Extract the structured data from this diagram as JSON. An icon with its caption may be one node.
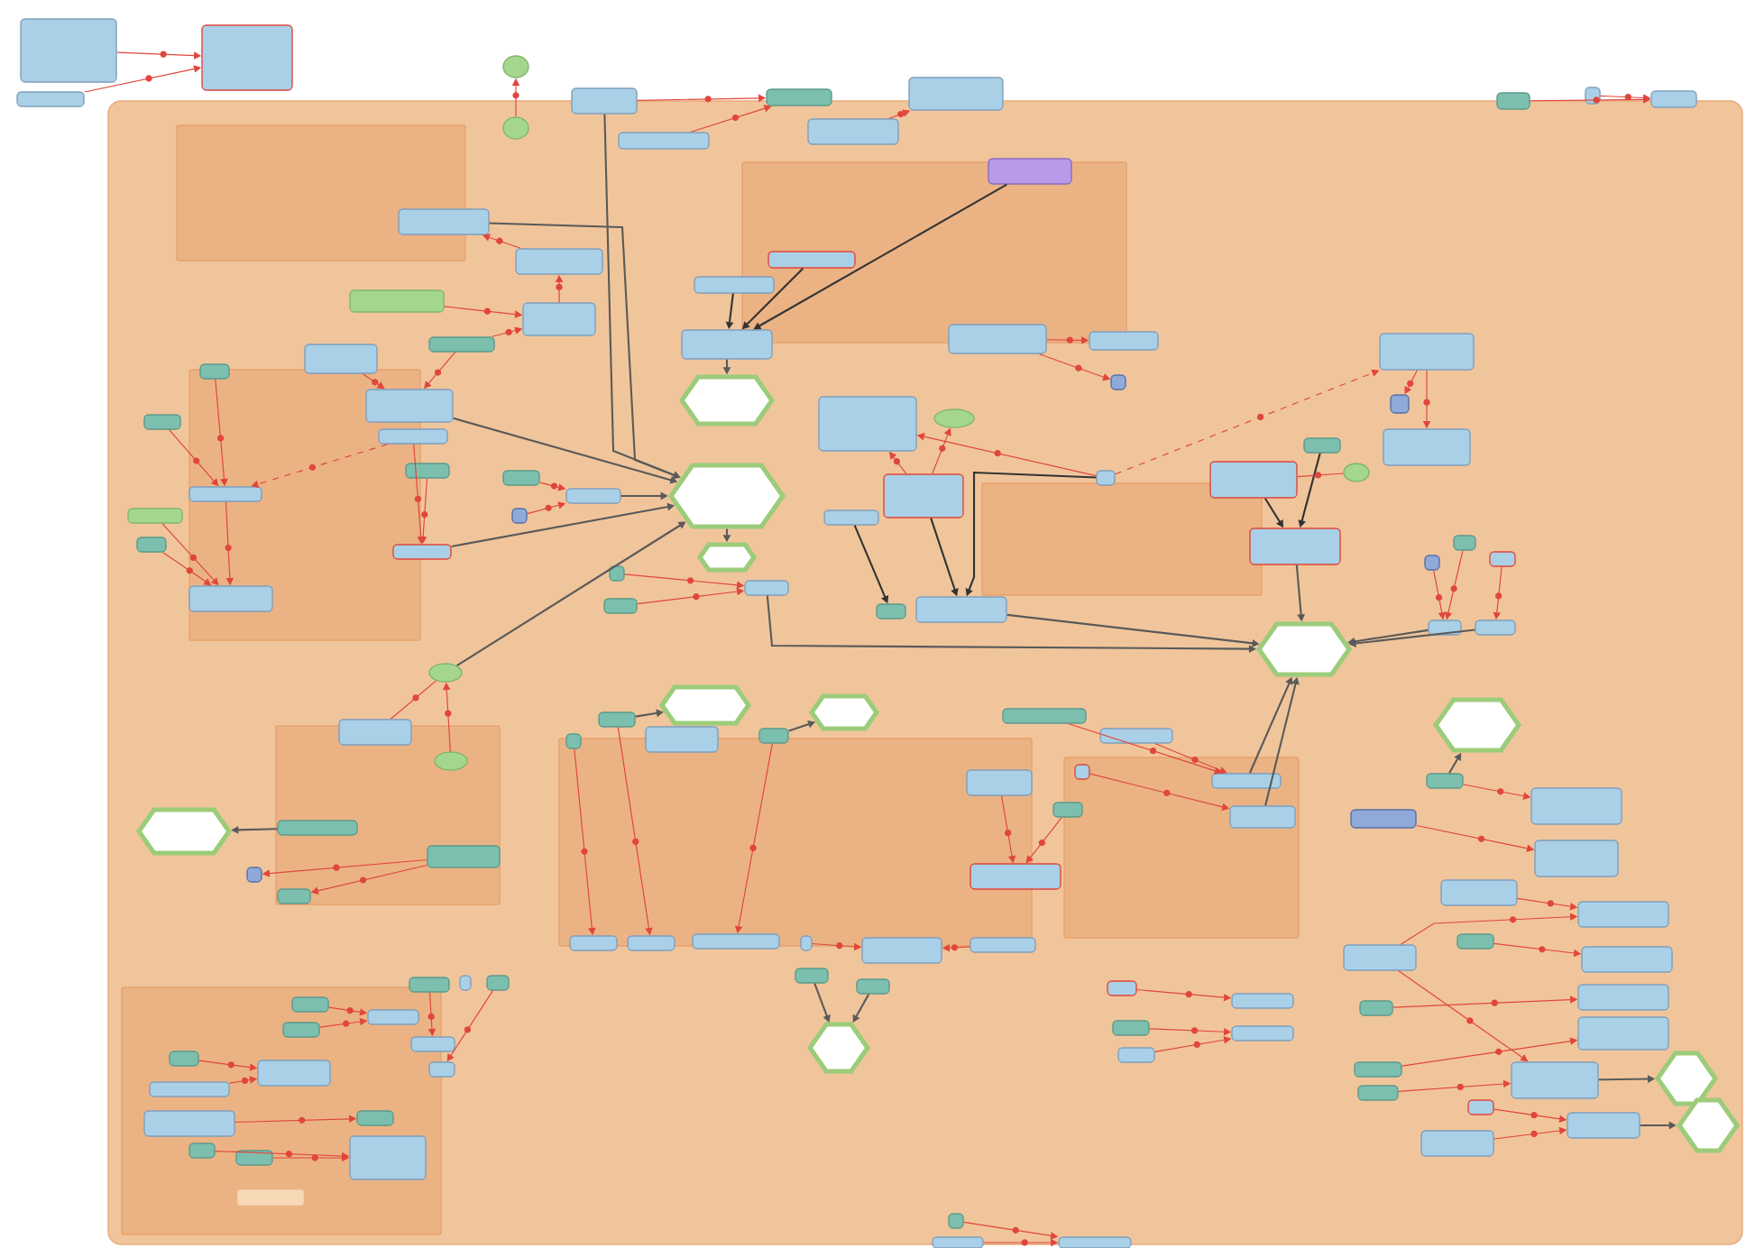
{
  "diagram": {
    "nodes": [
      {
        "text": [],
        "shape": "box"
      },
      {
        "text": [],
        "shape": "box",
        "in": 0
      },
      {
        "text": [],
        "shape": "box",
        "in": 0
      },
      {
        "text": [],
        "shape": "box",
        "in": 0
      },
      {
        "text": [],
        "shape": "box",
        "in": 0
      },
      {
        "text": [],
        "shape": "box",
        "in": 0
      },
      {
        "text": [],
        "shape": "box",
        "in": 0
      },
      {
        "text": [],
        "shape": "box",
        "in": 0
      },
      {
        "text": [],
        "shape": "box",
        "in": 0
      },
      {
        "text": [],
        "shape": "box"
      },
      {
        "text": [],
        "shape": "box"
      },
      {
        "text": [],
        "shape": "box"
      },
      {
        "text": [],
        "shape": "ellipse"
      },
      {
        "text": [],
        "shape": "ellipse",
        "in": 0
      },
      {
        "text": [],
        "shape": "box"
      },
      {
        "text": [],
        "shape": "box"
      },
      {
        "text": [],
        "shape": "box"
      },
      {
        "text": [],
        "shape": "box"
      },
      {
        "text": [],
        "shape": "box"
      },
      {
        "text": [],
        "shape": "box"
      },
      {
        "text": [],
        "shape": "box",
        "in": 0
      },
      {
        "text": [],
        "shape": "box",
        "in": 0
      },
      {
        "text": [],
        "shape": "box",
        "in": 0
      },
      {
        "text": [],
        "shape": "box",
        "in": 0
      },
      {
        "text": [],
        "shape": "box",
        "in": 0
      },
      {
        "text": [],
        "shape": "box",
        "in": 0
      },
      {
        "text": [],
        "shape": "box",
        "in": 0
      },
      {
        "text": [],
        "shape": "box",
        "in": 0
      },
      {
        "text": [],
        "shape": "box",
        "in": 0
      },
      {
        "text": [],
        "shape": "box",
        "in": 0
      },
      {
        "text": [],
        "shape": "box",
        "in": 0
      },
      {
        "text": [],
        "shape": "box",
        "in": 0
      },
      {
        "text": [],
        "shape": "box",
        "in": 2
      },
      {
        "text": [],
        "shape": "box",
        "in": 0
      },
      {
        "text": [],
        "shape": "box",
        "in": 0
      },
      {
        "text": [],
        "shape": "box",
        "in": 0
      },
      {
        "text": [],
        "shape": "box",
        "in": 0
      },
      {
        "text": [],
        "shape": "box",
        "in": 0
      },
      {
        "text": [],
        "shape": "box",
        "in": 0
      },
      {
        "text": [],
        "shape": "box",
        "in": 2
      },
      {
        "text": [],
        "shape": "box",
        "in": 0
      },
      {
        "text": [],
        "shape": "box",
        "in": 0
      },
      {
        "text": [],
        "shape": "box",
        "in": 3
      },
      {
        "text": [],
        "shape": "box",
        "in": 0
      },
      {
        "text": [],
        "shape": "box",
        "in": 0
      },
      {
        "text": [],
        "shape": "hexagon",
        "in": 0
      },
      {
        "text": [],
        "shape": "hexagon",
        "in": 0
      },
      {
        "text": [],
        "shape": "hexagon",
        "in": 0
      },
      {
        "text": [],
        "shape": "box",
        "in": 0
      },
      {
        "text": [],
        "shape": "box",
        "in": 0
      },
      {
        "text": [],
        "shape": "box",
        "in": 0
      },
      {
        "text": [],
        "shape": "box",
        "in": 0
      },
      {
        "text": [],
        "shape": "ellipse",
        "in": 0
      },
      {
        "text": [],
        "shape": "box",
        "in": 0
      },
      {
        "text": [],
        "shape": "box",
        "in": 0
      },
      {
        "text": [],
        "shape": "box",
        "in": 0
      },
      {
        "text": [],
        "shape": "box",
        "in": 0
      },
      {
        "text": [],
        "shape": "box",
        "in": 0
      },
      {
        "text": [],
        "shape": "box",
        "in": 0
      },
      {
        "text": [],
        "shape": "box",
        "in": 0
      },
      {
        "text": [],
        "shape": "box",
        "in": 0
      },
      {
        "text": [],
        "shape": "box",
        "in": 0
      },
      {
        "text": [],
        "shape": "ellipse",
        "in": 0
      },
      {
        "text": [],
        "shape": "box",
        "in": 0
      },
      {
        "text": [],
        "shape": "box",
        "in": 0
      },
      {
        "text": [],
        "shape": "hexagon",
        "in": 0
      },
      {
        "text": [],
        "shape": "box",
        "in": 0
      },
      {
        "text": [],
        "shape": "box",
        "in": 0
      },
      {
        "text": [],
        "shape": "box",
        "in": 0
      },
      {
        "text": [],
        "shape": "box",
        "in": 0
      },
      {
        "text": [],
        "shape": "box",
        "in": 0
      },
      {
        "text": [],
        "shape": "box",
        "in": 0
      },
      {
        "text": [],
        "shape": "box",
        "in": 0
      },
      {
        "text": [],
        "shape": "box",
        "in": 0
      },
      {
        "text": [],
        "shape": "ellipse",
        "in": 0
      },
      {
        "text": [],
        "shape": "box",
        "in": 5
      },
      {
        "text": [],
        "shape": "ellipse",
        "in": 5
      },
      {
        "text": [],
        "shape": "hexagon",
        "in": 0
      },
      {
        "text": [],
        "shape": "box",
        "in": 5
      },
      {
        "text": [],
        "shape": "box",
        "in": 5
      },
      {
        "text": [],
        "shape": "box",
        "in": 0
      },
      {
        "text": [],
        "shape": "box",
        "in": 5
      },
      {
        "text": [],
        "shape": "box",
        "in": 0
      },
      {
        "text": [],
        "shape": "box",
        "in": 0
      },
      {
        "text": [],
        "shape": "box",
        "in": 0
      },
      {
        "text": [],
        "shape": "hexagon",
        "in": 0
      },
      {
        "text": [],
        "shape": "box",
        "in": 0
      },
      {
        "text": [],
        "shape": "hexagon",
        "in": 0
      },
      {
        "text": [],
        "shape": "box",
        "in": 0
      },
      {
        "text": [],
        "shape": "box",
        "in": 0
      },
      {
        "text": [],
        "shape": "box",
        "in": 0
      },
      {
        "text": [],
        "shape": "box",
        "in": 0
      },
      {
        "text": [],
        "shape": "box",
        "in": 0
      },
      {
        "text": [],
        "shape": "box",
        "in": 0
      },
      {
        "text": [],
        "shape": "box",
        "in": 0
      },
      {
        "text": [],
        "shape": "box",
        "in": 0
      },
      {
        "text": [],
        "shape": "hexagon",
        "in": 0
      },
      {
        "text": [],
        "shape": "box",
        "in": 0
      },
      {
        "text": [],
        "shape": "box",
        "in": 0
      },
      {
        "text": [],
        "shape": "box",
        "in": 6
      },
      {
        "text": [],
        "shape": "box",
        "in": 0
      },
      {
        "text": [],
        "shape": "box",
        "in": 0
      },
      {
        "text": [],
        "shape": "box",
        "in": 7
      },
      {
        "text": [],
        "shape": "box",
        "in": 7
      },
      {
        "text": [],
        "shape": "box",
        "in": 7
      },
      {
        "text": [],
        "shape": "box",
        "in": 0
      },
      {
        "text": [],
        "shape": "box",
        "in": 0
      },
      {
        "text": [],
        "shape": "box",
        "in": 0
      },
      {
        "text": [],
        "shape": "box",
        "in": 0
      },
      {
        "text": [],
        "shape": "box",
        "in": 0
      },
      {
        "text": [],
        "shape": "hexagon",
        "in": 0
      },
      {
        "text": [],
        "shape": "box",
        "in": 0
      },
      {
        "text": [],
        "shape": "box",
        "in": 0
      },
      {
        "text": [],
        "shape": "box",
        "in": 0
      },
      {
        "text": [],
        "shape": "box",
        "in": 0
      },
      {
        "text": [],
        "shape": "box",
        "in": 0
      },
      {
        "text": [],
        "shape": "box",
        "in": 0
      },
      {
        "text": [],
        "shape": "box",
        "in": 0
      },
      {
        "text": [],
        "shape": "box",
        "in": 0
      },
      {
        "text": [],
        "shape": "box",
        "in": 0
      },
      {
        "text": [],
        "shape": "box",
        "in": 0
      },
      {
        "text": [],
        "shape": "box",
        "in": 0
      },
      {
        "text": [],
        "shape": "box",
        "in": 0
      },
      {
        "text": [],
        "shape": "box",
        "in": 0
      },
      {
        "text": [],
        "shape": "box",
        "in": 0
      },
      {
        "text": [],
        "shape": "box",
        "in": 0
      },
      {
        "text": [],
        "shape": "hexagon",
        "in": 0
      },
      {
        "text": [],
        "shape": "box",
        "in": 0
      },
      {
        "text": [],
        "shape": "box",
        "in": 0
      },
      {
        "text": [],
        "shape": "box",
        "in": 0
      },
      {
        "text": [],
        "shape": "hexagon",
        "in": 0
      },
      {
        "text": [],
        "shape": "box",
        "in": 8
      },
      {
        "text": [],
        "shape": "box",
        "in": 8
      },
      {
        "text": [],
        "shape": "box",
        "in": 8
      },
      {
        "text": [],
        "shape": "box",
        "in": 0
      },
      {
        "text": [],
        "shape": "box",
        "in": 0
      },
      {
        "text": [],
        "shape": "box",
        "in": 0
      },
      {
        "text": [],
        "shape": "box",
        "in": 0
      },
      {
        "text": [],
        "shape": "box",
        "in": 0
      },
      {
        "text": [],
        "shape": "box",
        "in": 8
      },
      {
        "text": [],
        "shape": "box",
        "in": 8
      },
      {
        "text": [],
        "shape": "box",
        "in": 8
      },
      {
        "text": [],
        "shape": "box",
        "in": 8
      },
      {
        "text": [],
        "shape": "box",
        "in": 8
      },
      {
        "text": [],
        "shape": "box",
        "in": 8
      },
      {
        "text": [],
        "shape": "box",
        "in": 8
      },
      {
        "text": [],
        "shape": "box",
        "in": 8
      },
      {
        "text": [],
        "shape": "box",
        "in": 8
      },
      {
        "text": [],
        "shape": "box",
        "in": 0
      },
      {
        "text": [],
        "shape": "box",
        "in": 0
      },
      {
        "text": [],
        "shape": "box",
        "in": 0
      }
    ],
    "edges": [
      {
        "from": 9,
        "to": 10,
        "arrow": "to"
      },
      {
        "from": 11,
        "to": 10,
        "arrow": "to"
      },
      {
        "from": 13,
        "to": 12,
        "arrow": "to"
      },
      {
        "from": 14,
        "to": 15,
        "arrow": "to"
      },
      {
        "from": 20,
        "to": 15,
        "arrow": "to"
      },
      {
        "from": 21,
        "to": 16,
        "arrow": "to"
      },
      {
        "from": 17,
        "to": 19,
        "arrow": "to"
      },
      {
        "from": 18,
        "to": 19,
        "arrow": "to"
      },
      {
        "from": 23,
        "to": 22,
        "arrow": "to"
      },
      {
        "from": 25,
        "to": 23,
        "arrow": "to"
      },
      {
        "from": 24,
        "to": 25,
        "arrow": "to"
      },
      {
        "from": 26,
        "to": 25,
        "arrow": "to"
      },
      {
        "from": 27,
        "to": 28,
        "arrow": "to"
      },
      {
        "from": 26,
        "to": 28,
        "arrow": "to"
      },
      {
        "from": 30,
        "to": 32,
        "arrow": "to"
      },
      {
        "from": 31,
        "to": 32,
        "arrow": "to"
      },
      {
        "from": 29,
        "to": 32,
        "arrow": "to",
        "style": "dashed"
      },
      {
        "from": 37,
        "to": 39,
        "arrow": "to"
      },
      {
        "from": 38,
        "to": 39,
        "arrow": "to"
      },
      {
        "from": 32,
        "to": 39,
        "arrow": "to"
      },
      {
        "from": 33,
        "to": 40,
        "arrow": "to"
      },
      {
        "from": 29,
        "to": 40,
        "arrow": "to"
      },
      {
        "from": 34,
        "to": 36,
        "arrow": "to"
      },
      {
        "from": 35,
        "to": 36,
        "arrow": "to"
      },
      {
        "from": 22,
        "to": 46,
        "arrow": "to",
        "color": "#5a5a5a"
      },
      {
        "from": 14,
        "to": 46,
        "arrow": "to",
        "color": "#5a5a5a"
      },
      {
        "from": 28,
        "to": 46,
        "arrow": "to",
        "color": "#5a5a5a"
      },
      {
        "from": 36,
        "to": 46,
        "arrow": "to",
        "color": "#5a5a5a"
      },
      {
        "from": 40,
        "to": 46,
        "arrow": "to",
        "color": "#5a5a5a"
      },
      {
        "from": 74,
        "to": 46,
        "arrow": "to",
        "color": "#5a5a5a"
      },
      {
        "from": 43,
        "to": 44,
        "arrow": "to",
        "color": "#333333"
      },
      {
        "from": 42,
        "to": 44,
        "arrow": "to",
        "color": "#333333"
      },
      {
        "from": 41,
        "to": 44,
        "arrow": "to",
        "color": "#333333"
      },
      {
        "from": 44,
        "to": 45,
        "arrow": "to",
        "color": "#5a5a5a"
      },
      {
        "from": 46,
        "to": 47,
        "arrow": "to",
        "color": "#5a5a5a"
      },
      {
        "from": 48,
        "to": 49,
        "arrow": "to"
      },
      {
        "from": 48,
        "to": 50,
        "arrow": "to"
      },
      {
        "from": 53,
        "to": 51,
        "arrow": "to"
      },
      {
        "from": 53,
        "to": 52,
        "arrow": "to"
      },
      {
        "from": 55,
        "to": 51,
        "arrow": "to"
      },
      {
        "from": 58,
        "to": 59,
        "arrow": "to"
      },
      {
        "from": 58,
        "to": 60,
        "arrow": "to"
      },
      {
        "from": 55,
        "to": 58,
        "arrow": "to",
        "style": "dashed"
      },
      {
        "from": 63,
        "to": 64,
        "arrow": "to",
        "color": "#333333"
      },
      {
        "from": 61,
        "to": 64,
        "arrow": "to",
        "color": "#333333"
      },
      {
        "from": 62,
        "to": 63,
        "arrow": "none"
      },
      {
        "from": 54,
        "to": 56,
        "arrow": "to",
        "color": "#333333"
      },
      {
        "from": 53,
        "to": 57,
        "arrow": "to",
        "color": "#333333"
      },
      {
        "from": 55,
        "to": 57,
        "arrow": "to",
        "color": "#333333"
      },
      {
        "from": 64,
        "to": 65,
        "arrow": "to",
        "color": "#5a5a5a"
      },
      {
        "from": 57,
        "to": 65,
        "arrow": "to",
        "color": "#5a5a5a"
      },
      {
        "from": 73,
        "to": 65,
        "arrow": "to",
        "color": "#5a5a5a"
      },
      {
        "from": 69,
        "to": 65,
        "arrow": "to",
        "color": "#5a5a5a"
      },
      {
        "from": 70,
        "to": 65,
        "arrow": "to",
        "color": "#5a5a5a"
      },
      {
        "from": 66,
        "to": 69,
        "arrow": "to"
      },
      {
        "from": 67,
        "to": 69,
        "arrow": "to"
      },
      {
        "from": 68,
        "to": 70,
        "arrow": "to"
      },
      {
        "from": 71,
        "to": 73,
        "arrow": "to"
      },
      {
        "from": 72,
        "to": 73,
        "arrow": "to"
      },
      {
        "from": 76,
        "to": 74,
        "arrow": "to"
      },
      {
        "from": 75,
        "to": 74,
        "arrow": "none"
      },
      {
        "from": 78,
        "to": 77,
        "arrow": "to",
        "color": "#5a5a5a"
      },
      {
        "from": 79,
        "to": 80,
        "arrow": "to"
      },
      {
        "from": 79,
        "to": 81,
        "arrow": "to"
      },
      {
        "from": 82,
        "to": 88,
        "arrow": "to"
      },
      {
        "from": 84,
        "to": 89,
        "arrow": "to"
      },
      {
        "from": 83,
        "to": 90,
        "arrow": "to"
      },
      {
        "from": 84,
        "to": 85,
        "arrow": "to",
        "color": "#5a5a5a"
      },
      {
        "from": 83,
        "to": 87,
        "arrow": "to",
        "color": "#5a5a5a"
      },
      {
        "from": 91,
        "to": 94,
        "arrow": "to"
      },
      {
        "from": 95,
        "to": 94,
        "arrow": "to"
      },
      {
        "from": 92,
        "to": 96,
        "arrow": "to",
        "color": "#5a5a5a"
      },
      {
        "from": 93,
        "to": 96,
        "arrow": "to",
        "color": "#5a5a5a"
      },
      {
        "from": 97,
        "to": 103,
        "arrow": "to"
      },
      {
        "from": 98,
        "to": 103,
        "arrow": "to"
      },
      {
        "from": 99,
        "to": 101,
        "arrow": "to"
      },
      {
        "from": 100,
        "to": 101,
        "arrow": "to"
      },
      {
        "from": 102,
        "to": 104,
        "arrow": "to"
      },
      {
        "from": 103,
        "to": 65,
        "arrow": "to",
        "color": "#5a5a5a"
      },
      {
        "from": 104,
        "to": 65,
        "arrow": "to",
        "color": "#5a5a5a"
      },
      {
        "from": 105,
        "to": 108,
        "arrow": "to"
      },
      {
        "from": 106,
        "to": 109,
        "arrow": "to"
      },
      {
        "from": 107,
        "to": 109,
        "arrow": "to"
      },
      {
        "from": 111,
        "to": 110,
        "arrow": "to",
        "color": "#5a5a5a"
      },
      {
        "from": 111,
        "to": 113,
        "arrow": "to"
      },
      {
        "from": 112,
        "to": 114,
        "arrow": "to"
      },
      {
        "from": 115,
        "to": 118,
        "arrow": "to"
      },
      {
        "from": 117,
        "to": 118,
        "arrow": "to"
      },
      {
        "from": 116,
        "to": 119,
        "arrow": "to"
      },
      {
        "from": 122,
        "to": 120,
        "arrow": "to"
      },
      {
        "from": 123,
        "to": 121,
        "arrow": "to"
      },
      {
        "from": 124,
        "to": 125,
        "arrow": "to"
      },
      {
        "from": 117,
        "to": 125,
        "arrow": "to"
      },
      {
        "from": 125,
        "to": 126,
        "arrow": "to",
        "color": "#5a5a5a"
      },
      {
        "from": 127,
        "to": 129,
        "arrow": "to"
      },
      {
        "from": 128,
        "to": 129,
        "arrow": "to"
      },
      {
        "from": 129,
        "to": 130,
        "arrow": "to",
        "color": "#5a5a5a"
      },
      {
        "from": 131,
        "to": 133,
        "arrow": "to"
      },
      {
        "from": 132,
        "to": 133,
        "arrow": "to"
      },
      {
        "from": 134,
        "to": 137,
        "arrow": "to"
      },
      {
        "from": 136,
        "to": 138,
        "arrow": "to"
      },
      {
        "from": 139,
        "to": 140,
        "arrow": "to"
      },
      {
        "from": 141,
        "to": 140,
        "arrow": "to"
      },
      {
        "from": 142,
        "to": 145,
        "arrow": "to"
      },
      {
        "from": 143,
        "to": 146,
        "arrow": "to"
      },
      {
        "from": 144,
        "to": 146,
        "arrow": "to"
      },
      {
        "from": 148,
        "to": 150,
        "arrow": "to"
      },
      {
        "from": 149,
        "to": 150,
        "arrow": "to"
      }
    ]
  }
}
